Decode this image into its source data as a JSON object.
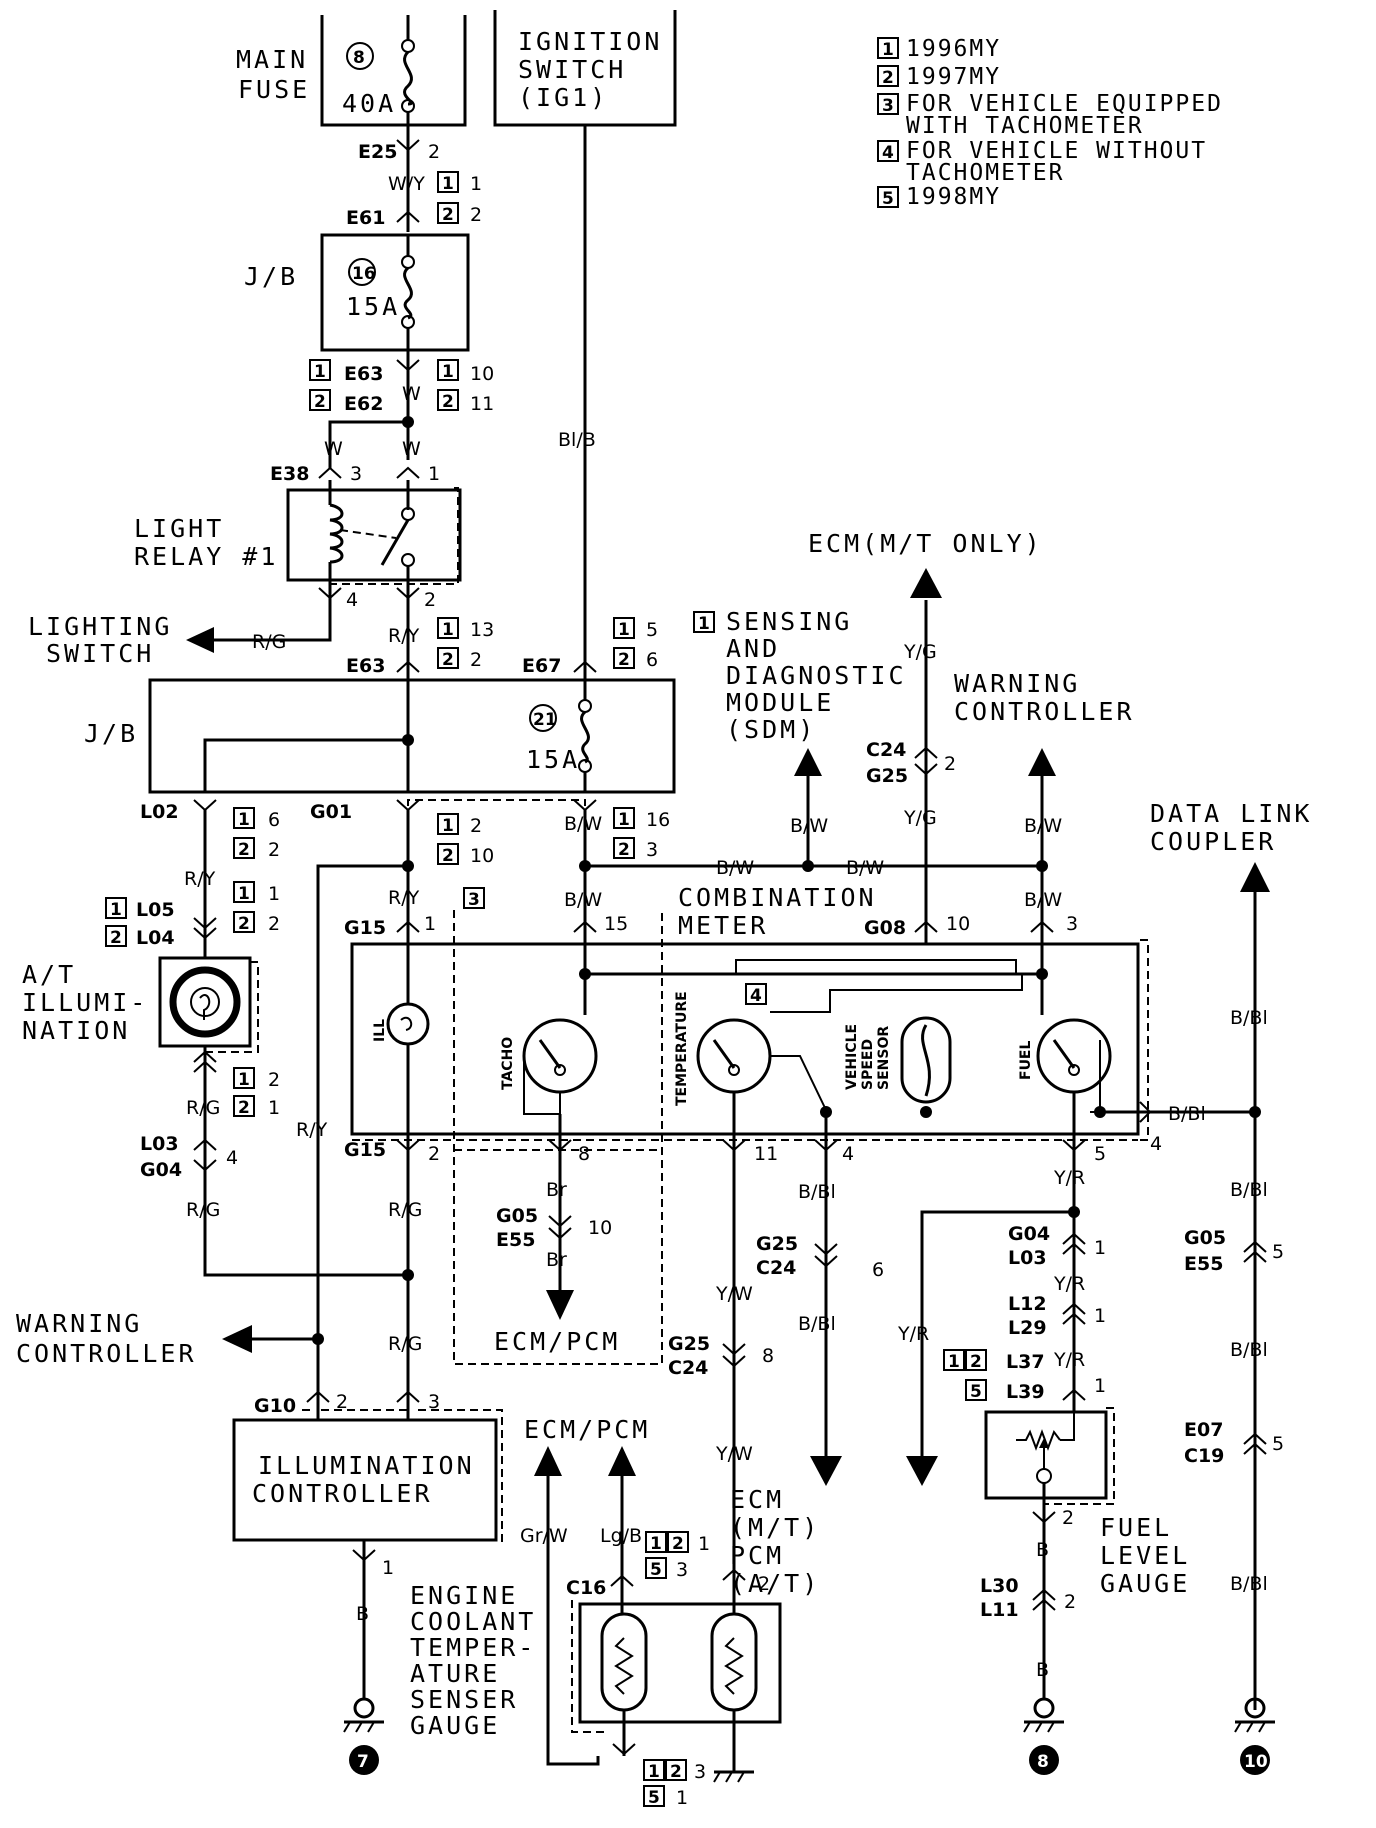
{
  "legend": [
    {
      "num": "1",
      "text": "1996MY"
    },
    {
      "num": "2",
      "text": "1997MY"
    },
    {
      "num": "3",
      "text": "FOR VEHICLE EQUIPPED",
      "text2": "WITH TACHOMETER"
    },
    {
      "num": "4",
      "text": "FOR VEHICLE WITHOUT",
      "text2": "TACHOMETER"
    },
    {
      "num": "5",
      "text": "1998MY"
    }
  ],
  "components": {
    "main_fuse": {
      "label1": "MAIN",
      "label2": "FUSE",
      "num": "8",
      "rating": "40A"
    },
    "ignition": {
      "line1": "IGNITION",
      "line2": "SWITCH",
      "line3": "(IG1)"
    },
    "jb_top": {
      "label": "J/B",
      "num": "16",
      "rating": "15A"
    },
    "light_relay": {
      "line1": "LIGHT",
      "line2": "RELAY #1"
    },
    "lighting_switch": {
      "line1": "LIGHTING",
      "line2": "SWITCH"
    },
    "jb_main": {
      "label": "J/B",
      "num": "21",
      "rating": "15A"
    },
    "at_illum": {
      "line1": "A/T",
      "line2": "ILLUMI-",
      "line3": "NATION"
    },
    "sdm": {
      "line1": "SENSING",
      "line2": "AND",
      "line3": "DIAGNOSTIC",
      "line4": "MODULE",
      "line5": "(SDM)"
    },
    "ecm_mt": "ECM(M/T ONLY)",
    "warning_ctrl_right": {
      "line1": "WARNING",
      "line2": "CONTROLLER"
    },
    "data_link": {
      "line1": "DATA LINK",
      "line2": "COUPLER"
    },
    "combination_meter": {
      "line1": "COMBINATION",
      "line2": "METER"
    },
    "gauges": {
      "ill": "ILL",
      "tacho": "TACHO",
      "temperature": "TEMPERATURE",
      "vss": "VEHICLE SPEED SENSOR",
      "fuel": "FUEL"
    },
    "ecm_pcm_mid": "ECM/PCM",
    "warning_ctrl_left": {
      "line1": "WARNING",
      "line2": "CONTROLLER"
    },
    "illum_controller": {
      "line1": "ILLUMINATION",
      "line2": "CONTROLLER"
    },
    "ecm_pcm_bottom": "ECM/PCM",
    "ect_sensor": {
      "line1": "ENGINE",
      "line2": "COOLANT",
      "line3": "TEMPER-",
      "line4": "ATURE",
      "line5": "SENSER",
      "line6": "GAUGE"
    },
    "ecm_pcm_right": {
      "line1": "ECM",
      "line2": "(M/T)",
      "line3": "PCM",
      "line4": "(A/T)"
    },
    "fuel_level": {
      "line1": "FUEL",
      "line2": "LEVEL",
      "line3": "GAUGE"
    },
    "grounds": [
      "7",
      "8",
      "10"
    ]
  },
  "wires": {
    "wy": "W/Y",
    "w": "W",
    "bib": "Bl/B",
    "rg": "R/G",
    "ry": "R/Y",
    "bw": "B/W",
    "yg": "Y/G",
    "bbl": "B/Bl",
    "br": "Br",
    "yw": "Y/W",
    "yr": "Y/R",
    "b": "B",
    "grw": "Gr/W",
    "lgb": "Lg/B"
  },
  "connectors": {
    "e25": "E25",
    "e61": "E61",
    "e63": "E63",
    "e62": "E62",
    "e38": "E38",
    "e67": "E67",
    "l02": "L02",
    "g01": "G01",
    "l05": "L05",
    "l04": "L04",
    "g15": "G15",
    "g08": "G08",
    "l03": "L03",
    "g04": "G04",
    "g05": "G05",
    "e55": "E55",
    "g25": "G25",
    "c24": "C24",
    "g10": "G10",
    "c16": "C16",
    "l12": "L12",
    "l29": "L29",
    "l37": "L37",
    "l39": "L39",
    "l30": "L30",
    "l11": "L11",
    "e07": "E07",
    "c19": "C19"
  }
}
